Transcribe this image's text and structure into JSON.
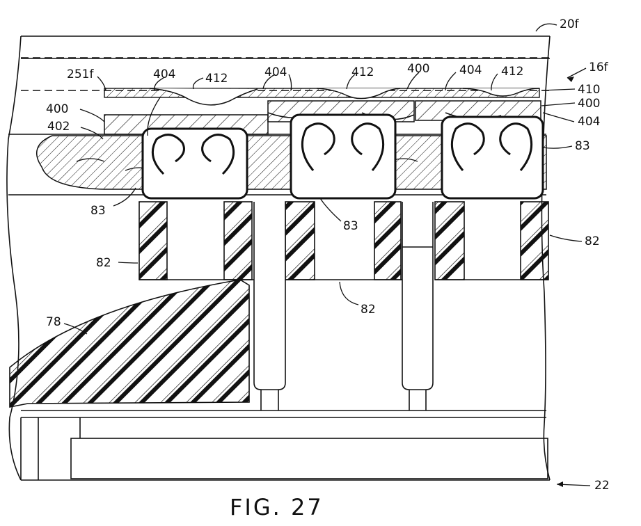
{
  "figure": {
    "caption": "FIG. 27",
    "reference_numerals": {
      "r20f": "20f",
      "r16f": "16f",
      "r251f": "251f",
      "r410": "410",
      "r22": "22",
      "r78": "78",
      "r400": "400",
      "r402": "402",
      "r404": "404",
      "r412": "412",
      "r83": "83",
      "r82": "82"
    }
  },
  "colors": {
    "ink": "#111111",
    "paper": "#ffffff"
  }
}
